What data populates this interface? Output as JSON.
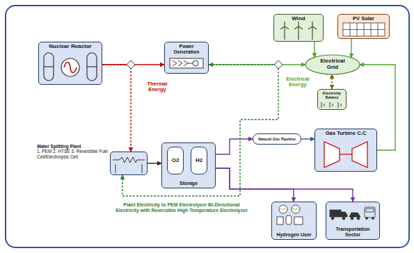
{
  "diagram": {
    "nodes": [
      {
        "text": [
          "Nuclear Reactor"
        ]
      },
      {
        "text": [
          "Power Generation"
        ]
      },
      {
        "text": [
          "Wind"
        ]
      },
      {
        "text": [
          "PV Solar"
        ]
      },
      {
        "text": [
          "Electrical Grid"
        ]
      },
      {
        "text": [
          "Electricity Battery"
        ]
      },
      {
        "text": [
          "Water Splitting Plant",
          "1. PEM 2. HTSE 3. Reversible Fuel Cell/Electrolysis Cell"
        ]
      },
      {
        "text": [
          "Storage"
        ]
      },
      {
        "text": [
          "O2"
        ],
        "in": 7
      },
      {
        "text": [
          "H2"
        ],
        "in": 7
      },
      {
        "text": [
          "Natural Gas Pipeline"
        ]
      },
      {
        "text": [
          "Gas Turbine C.C"
        ]
      },
      {
        "text": [
          "Hydrogen User"
        ]
      },
      {
        "text": [
          "Transportation Sector"
        ]
      }
    ],
    "edges": [
      {
        "from": 0,
        "to": 1,
        "arrow": "to",
        "label": "Thermal Energy"
      },
      {
        "from": 1,
        "to": 4,
        "arrow": "to",
        "label": "Electrical Energy"
      },
      {
        "from": 2,
        "to": 4,
        "arrow": "to"
      },
      {
        "from": 3,
        "to": 4,
        "arrow": "to"
      },
      {
        "from": 4,
        "to": 5,
        "arrow": "both"
      },
      {
        "from": 0,
        "to": 6,
        "arrow": "to"
      },
      {
        "from": 1,
        "to": 6,
        "arrow": "both"
      },
      {
        "from": 9,
        "to": 10,
        "arrow": "to"
      },
      {
        "from": 10,
        "to": 11,
        "arrow": "to"
      },
      {
        "from": 11,
        "to": 4,
        "arrow": "to"
      },
      {
        "from": 9,
        "to": 12,
        "arrow": "to"
      },
      {
        "from": 9,
        "to": 13,
        "arrow": "to"
      },
      {
        "from": 6,
        "to": 7,
        "arrow": "to"
      }
    ],
    "labels": [
      "Plant Electricity to PEM Electrolyzer Bi-Directional Electricity with Reversible High Temperature Electrolyzer"
    ]
  }
}
